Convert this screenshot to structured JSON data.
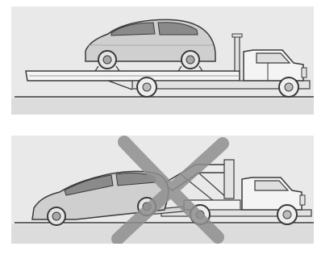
{
  "figure": {
    "panels": [
      {
        "id": "correct",
        "depicts": "flatbed-tow-truck-with-car-on-platform",
        "verdict_icon": "none"
      },
      {
        "id": "incorrect",
        "depicts": "wheel-lift-tow-truck-dragging-car",
        "verdict_icon": "cross-icon"
      }
    ],
    "colors": {
      "panel_bg": "#e9e9e9",
      "outline": "#3a3a3a",
      "car_body": "#cfcfcf",
      "cross": "#8f8f8f"
    }
  }
}
